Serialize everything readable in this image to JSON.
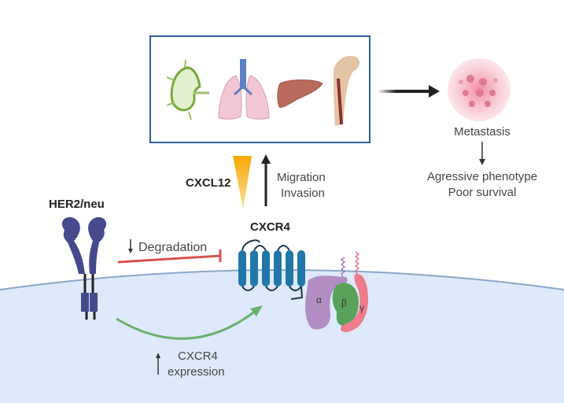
{
  "labels": {
    "her2": "HER2/neu",
    "degradation": "Degradation",
    "cxcl12": "CXCL12",
    "cxcr4": "CXCR4",
    "migration": "Migration",
    "invasion": "Invasion",
    "metastasis": "Metastasis",
    "aggressive": "Agressive phenotype",
    "poor_survival": "Poor survival",
    "cxcr4_expr_1": "CXCR4",
    "cxcr4_expr_2": "expression",
    "g_alpha": "α",
    "g_beta": "β",
    "g_gamma": "γ"
  },
  "organs": [
    "lymph-node",
    "lungs",
    "liver",
    "bone"
  ],
  "colors": {
    "cell": "#deeafb",
    "membrane": "#8aa6c8",
    "her2": "#454a8c",
    "cxcr4": "#2177a8",
    "inhibit": "#d9534f",
    "activate": "#6ab06e",
    "cxcl12": "#f5b11a",
    "box_border": "#2e5f95",
    "alpha": "#b18dc4",
    "beta": "#5aa25a",
    "gamma": "#ee7c8a"
  }
}
